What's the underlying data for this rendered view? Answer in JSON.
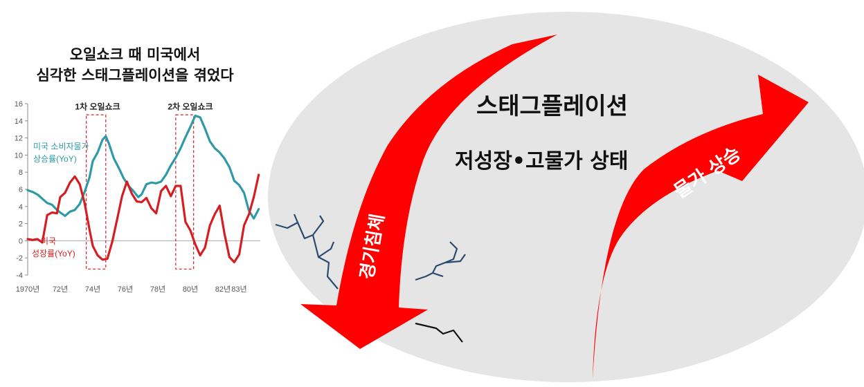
{
  "title_lines": [
    "오일쇼크 때 미국에서",
    "심각한 스태그플레이션을 겪었다"
  ],
  "diagram": {
    "main_label": "스태그플레이션",
    "sub_label": "저성장•고물가 상태",
    "arrow_down_label": "경기침체",
    "arrow_up_label": "물가 상승",
    "colors": {
      "arrow": "#ff0000",
      "ellipse": "#e5e5e5",
      "crack": "#2b4a6e"
    }
  },
  "chart_data": {
    "type": "line",
    "title": "",
    "ylim": [
      -4,
      16
    ],
    "yticks": [
      -4,
      -2,
      0,
      2,
      4,
      6,
      8,
      10,
      12,
      14,
      16
    ],
    "xlim": [
      1970,
      1984.3
    ],
    "xtick_labels": [
      "1970년",
      "72년",
      "74년",
      "76년",
      "78년",
      "80년",
      "82년",
      "83년"
    ],
    "xtick_values": [
      1970,
      1972,
      1974,
      1976,
      1978,
      1980,
      1982,
      1983
    ],
    "annotations": [
      {
        "text": "1차 오일쇼크",
        "x_range": [
          1973.6,
          1974.8
        ],
        "label_x": 1974.3,
        "label_y": 15.3
      },
      {
        "text": "2차 오일쇼크",
        "x_range": [
          1979.1,
          1980.2
        ],
        "label_x": 1980.0,
        "label_y": 15.3
      }
    ],
    "series": [
      {
        "name": "미국 소비자물가 상승률(YoY)",
        "color": "#2e9aa5",
        "x": [
          1970.0,
          1970.3,
          1970.6,
          1970.9,
          1971.2,
          1971.5,
          1971.8,
          1972.0,
          1972.3,
          1972.6,
          1972.9,
          1973.2,
          1973.5,
          1973.8,
          1974.0,
          1974.3,
          1974.6,
          1974.8,
          1975.0,
          1975.3,
          1975.6,
          1975.9,
          1976.2,
          1976.5,
          1976.8,
          1977.0,
          1977.3,
          1977.6,
          1977.9,
          1978.2,
          1978.5,
          1978.8,
          1979.1,
          1979.4,
          1979.7,
          1980.0,
          1980.3,
          1980.6,
          1980.9,
          1981.2,
          1981.5,
          1981.8,
          1982.1,
          1982.4,
          1982.7,
          1983.0,
          1983.3,
          1983.6,
          1983.9,
          1984.2
        ],
        "values": [
          5.9,
          5.7,
          5.4,
          4.9,
          4.4,
          4.2,
          3.6,
          3.3,
          2.9,
          3.4,
          3.6,
          4.3,
          5.7,
          7.4,
          9.3,
          10.3,
          11.8,
          12.2,
          11.3,
          9.6,
          8.5,
          7.3,
          6.4,
          5.8,
          5.1,
          5.4,
          6.6,
          6.8,
          6.7,
          6.9,
          7.7,
          8.8,
          9.7,
          10.8,
          12.1,
          13.3,
          14.6,
          14.4,
          13.1,
          11.6,
          10.8,
          10.3,
          9.6,
          8.6,
          7.0,
          6.5,
          5.6,
          3.5,
          2.6,
          3.7
        ]
      },
      {
        "name": "미국 성장률(YoY)",
        "color": "#d51d22",
        "x": [
          1970.0,
          1970.3,
          1970.6,
          1970.9,
          1971.2,
          1971.5,
          1971.8,
          1972.0,
          1972.3,
          1972.6,
          1972.9,
          1973.2,
          1973.5,
          1973.8,
          1974.0,
          1974.3,
          1974.6,
          1974.9,
          1975.2,
          1975.5,
          1975.8,
          1976.1,
          1976.4,
          1976.7,
          1977.0,
          1977.3,
          1977.6,
          1977.9,
          1978.2,
          1978.5,
          1978.8,
          1979.1,
          1979.4,
          1979.7,
          1980.0,
          1980.3,
          1980.6,
          1980.9,
          1981.2,
          1981.5,
          1981.8,
          1982.1,
          1982.4,
          1982.7,
          1983.0,
          1983.3,
          1983.6,
          1983.9,
          1984.2
        ],
        "values": [
          0.2,
          0.1,
          0.2,
          -0.2,
          3.0,
          3.3,
          3.2,
          5.1,
          5.6,
          6.8,
          7.5,
          6.6,
          4.4,
          1.3,
          -0.6,
          -1.7,
          -2.2,
          -2.1,
          -0.1,
          2.5,
          5.2,
          6.9,
          5.5,
          4.6,
          4.5,
          5.0,
          3.8,
          3.2,
          5.8,
          6.4,
          5.2,
          6.4,
          6.4,
          2.2,
          1.2,
          -0.4,
          -1.7,
          -0.8,
          1.8,
          3.1,
          4.1,
          0.8,
          -1.9,
          -2.5,
          -1.6,
          1.8,
          3.1,
          5.1,
          7.7
        ]
      }
    ],
    "legend_labels": [
      {
        "series": 0,
        "lines": [
          "미국 소비자물가",
          "상승률(YoY)"
        ]
      },
      {
        "series": 1,
        "lines": [
          "미국",
          "성장률(YoY)"
        ]
      }
    ]
  }
}
